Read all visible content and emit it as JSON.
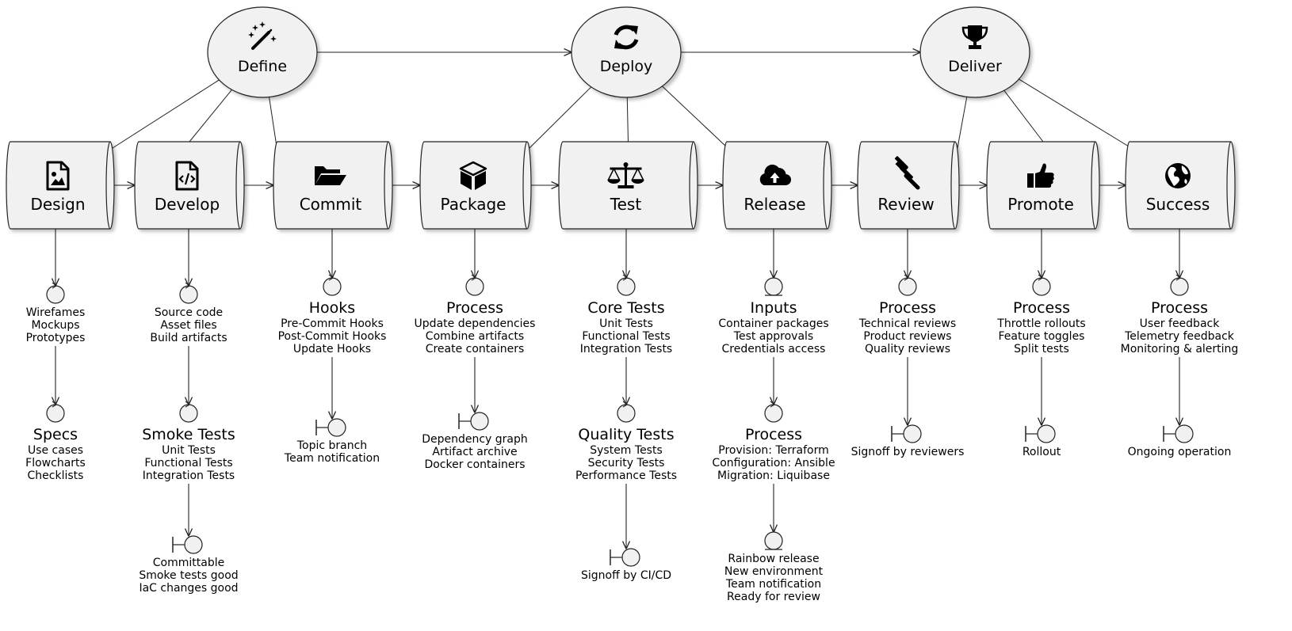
{
  "phases": [
    {
      "id": "define",
      "label": "Define",
      "icon": "magic-wand-icon"
    },
    {
      "id": "deploy",
      "label": "Deploy",
      "icon": "sync-icon"
    },
    {
      "id": "deliver",
      "label": "Deliver",
      "icon": "trophy-icon"
    }
  ],
  "stages": [
    {
      "id": "design",
      "label": "Design",
      "icon": "file-image-icon",
      "phase": "define",
      "nodes": [
        {
          "type": "control",
          "title": "",
          "lines": [
            "Wirefames",
            "Mockups",
            "Prototypes"
          ]
        },
        {
          "type": "control",
          "title": "Specs",
          "lines": [
            "Use cases",
            "Flowcharts",
            "Checklists"
          ]
        }
      ]
    },
    {
      "id": "develop",
      "label": "Develop",
      "icon": "file-code-icon",
      "phase": "define",
      "nodes": [
        {
          "type": "control",
          "title": "",
          "lines": [
            "Source code",
            "Asset files",
            "Build artifacts"
          ]
        },
        {
          "type": "control",
          "title": "Smoke Tests",
          "lines": [
            "Unit Tests",
            "Functional Tests",
            "Integration Tests"
          ]
        },
        {
          "type": "boundary",
          "title": "",
          "lines": [
            "Committable",
            "Smoke tests good",
            "IaC changes good"
          ]
        }
      ]
    },
    {
      "id": "commit",
      "label": "Commit",
      "icon": "folder-open-icon",
      "phase": "define",
      "nodes": [
        {
          "type": "control",
          "title": "Hooks",
          "lines": [
            "Pre-Commit Hooks",
            "Post-Commit Hooks",
            "Update Hooks"
          ]
        },
        {
          "type": "boundary",
          "title": "",
          "lines": [
            "Topic branch",
            "Team notification"
          ]
        }
      ]
    },
    {
      "id": "package",
      "label": "Package",
      "icon": "cube-icon",
      "phase": "deploy",
      "nodes": [
        {
          "type": "control",
          "title": "Process",
          "lines": [
            "Update dependencies",
            "Combine artifacts",
            "Create containers"
          ]
        },
        {
          "type": "boundary",
          "title": "",
          "lines": [
            "Dependency graph",
            "Artifact archive",
            "Docker containers"
          ]
        }
      ]
    },
    {
      "id": "test",
      "label": "Test",
      "icon": "balance-scale-icon",
      "phase": "deploy",
      "nodes": [
        {
          "type": "control",
          "title": "Core Tests",
          "lines": [
            "Unit Tests",
            "Functional Tests",
            "Integration Tests"
          ]
        },
        {
          "type": "control",
          "title": "Quality Tests",
          "lines": [
            "System Tests",
            "Security Tests",
            "Performance Tests"
          ]
        },
        {
          "type": "boundary",
          "title": "",
          "lines": [
            "Signoff by CI/CD"
          ]
        }
      ]
    },
    {
      "id": "release",
      "label": "Release",
      "icon": "cloud-upload-icon",
      "phase": "deploy",
      "nodes": [
        {
          "type": "entity",
          "title": "Inputs",
          "lines": [
            "Container packages",
            "Test approvals",
            "Credentials access"
          ]
        },
        {
          "type": "control",
          "title": "Process",
          "lines": [
            "Provision: Terraform",
            "Configuration: Ansible",
            "Migration: Liquibase"
          ]
        },
        {
          "type": "entity",
          "title": "",
          "lines": [
            "Rainbow release",
            "New environment",
            "Team notification",
            "Ready for review"
          ]
        }
      ]
    },
    {
      "id": "review",
      "label": "Review",
      "icon": "gavel-icon",
      "phase": "deliver",
      "nodes": [
        {
          "type": "control",
          "title": "Process",
          "lines": [
            "Technical reviews",
            "Product reviews",
            "Quality reviews"
          ]
        },
        {
          "type": "boundary",
          "title": "",
          "lines": [
            "Signoff by reviewers"
          ]
        }
      ]
    },
    {
      "id": "promote",
      "label": "Promote",
      "icon": "thumbs-up-icon",
      "phase": "deliver",
      "nodes": [
        {
          "type": "control",
          "title": "Process",
          "lines": [
            "Throttle rollouts",
            "Feature toggles",
            "Split tests"
          ]
        },
        {
          "type": "boundary",
          "title": "",
          "lines": [
            "Rollout"
          ]
        }
      ]
    },
    {
      "id": "success",
      "label": "Success",
      "icon": "globe-icon",
      "phase": "deliver",
      "nodes": [
        {
          "type": "control",
          "title": "Process",
          "lines": [
            "User feedback",
            "Telemetry feedback",
            "Monitoring & alerting"
          ]
        },
        {
          "type": "boundary",
          "title": "",
          "lines": [
            "Ongoing operation"
          ]
        }
      ]
    }
  ]
}
